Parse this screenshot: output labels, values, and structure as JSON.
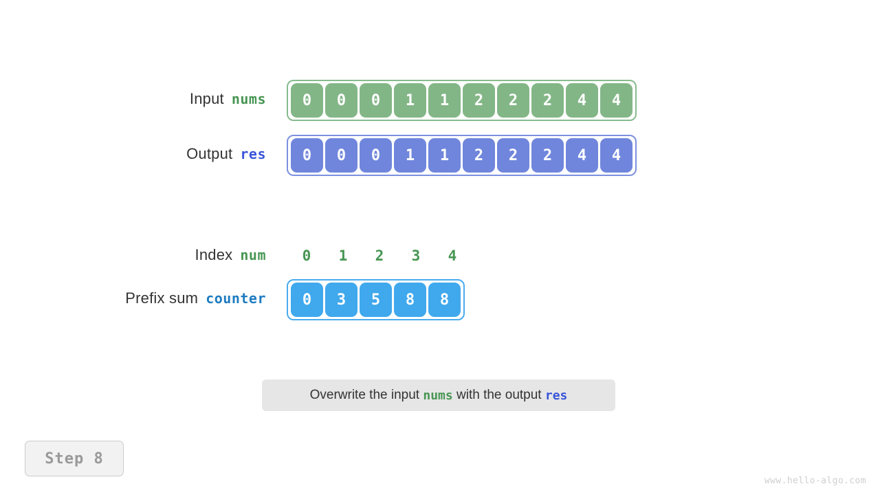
{
  "watermark": "www.hello-algo.com",
  "step_badge": {
    "label": "Step 8"
  },
  "colors": {
    "nums_cell": "#83b687",
    "nums_border": "#86bb8d",
    "nums_label": "#479653",
    "res_cell": "#7086dc",
    "res_border": "#7c90e0",
    "res_label": "#3a55d9",
    "counter_cell": "#40a8ec",
    "counter_border": "#49abee",
    "counter_label": "#1f7cc0",
    "text": "#333333",
    "caption_bg": "#e6e6e6",
    "badge_text": "#9a9a9a"
  },
  "rows": {
    "input": {
      "label": "Input",
      "var": "nums",
      "values": [
        "0",
        "0",
        "0",
        "1",
        "1",
        "2",
        "2",
        "2",
        "4",
        "4"
      ]
    },
    "output": {
      "label": "Output",
      "var": "res",
      "values": [
        "0",
        "0",
        "0",
        "1",
        "1",
        "2",
        "2",
        "2",
        "4",
        "4"
      ]
    },
    "index": {
      "label": "Index",
      "var": "num",
      "values": [
        "0",
        "1",
        "2",
        "3",
        "4"
      ]
    },
    "prefix_sum": {
      "label": "Prefix sum",
      "var": "counter",
      "values": [
        "0",
        "3",
        "5",
        "8",
        "8"
      ]
    }
  },
  "caption": {
    "part1": "Overwrite the input ",
    "var1": "nums",
    "part2": " with the output ",
    "var2": "res"
  }
}
